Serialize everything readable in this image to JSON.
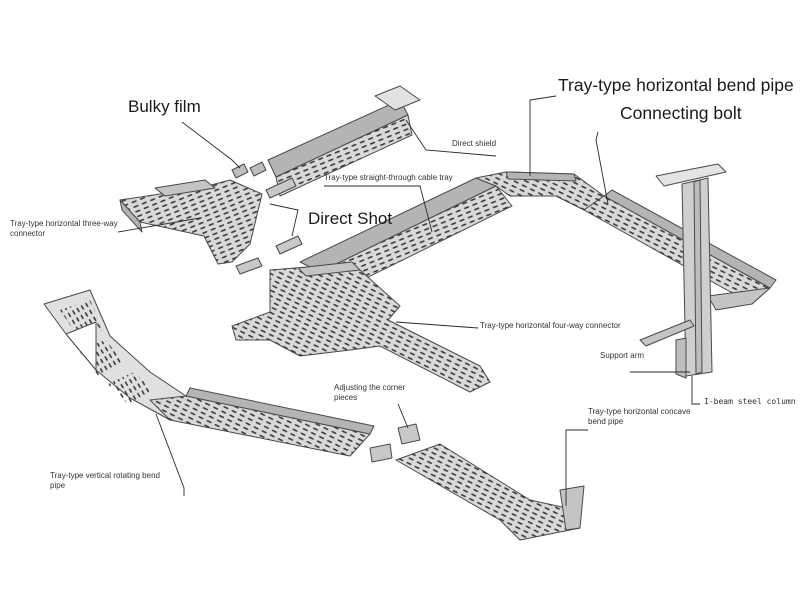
{
  "labels": {
    "bulky_film": "Bulky film",
    "direct_shield": "Direct shield",
    "straight_through_tray": "Tray-type straight-through cable tray",
    "horizontal_bend_pipe": "Tray-type horizontal bend pipe",
    "connecting_bolt": "Connecting bolt",
    "three_way_connector_line1": "Tray-type horizontal three-way",
    "three_way_connector_line2": "connector",
    "direct_shot": "Direct Shot",
    "four_way_connector": "Tray-type horizontal four-way connector",
    "support_arm": "Support arm",
    "i_beam_column": "I-beam steel column",
    "adjusting_corner_line1": "Adjusting the corner",
    "adjusting_corner_line2": "pieces",
    "concave_bend_line1": "Tray-type horizontal concave",
    "concave_bend_line2": "bend pipe",
    "vertical_bend_line1": "Tray-type vertical rotating bend",
    "vertical_bend_line2": "pipe"
  },
  "colors": {
    "tray_face": "#d9d9d9",
    "tray_side": "#b4b4b4",
    "tray_edge": "#4a4a4a",
    "slot": "#3c3c3c",
    "leader": "#2a2a2a",
    "label": "#1a1a1a"
  }
}
